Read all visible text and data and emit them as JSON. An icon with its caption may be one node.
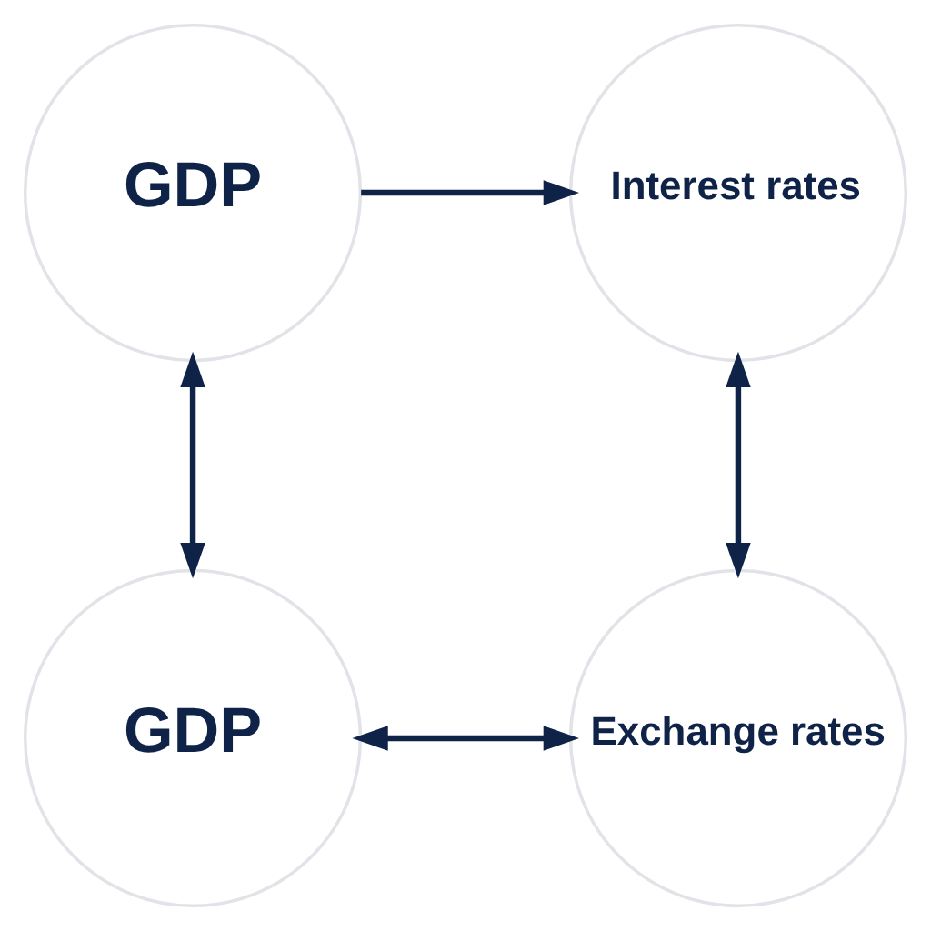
{
  "diagram": {
    "nodes": [
      {
        "text": [
          "GDP"
        ]
      },
      {
        "text": [
          "Interest rates"
        ]
      },
      {
        "text": [
          "GDP"
        ]
      },
      {
        "text": [
          "Exchange rates"
        ]
      }
    ],
    "edges": [
      {
        "from": 0,
        "to": 1,
        "arrow": "to"
      },
      {
        "from": 0,
        "to": 2,
        "arrow": "both"
      },
      {
        "from": 1,
        "to": 3,
        "arrow": "both"
      },
      {
        "from": 2,
        "to": 3,
        "arrow": "both"
      }
    ]
  }
}
